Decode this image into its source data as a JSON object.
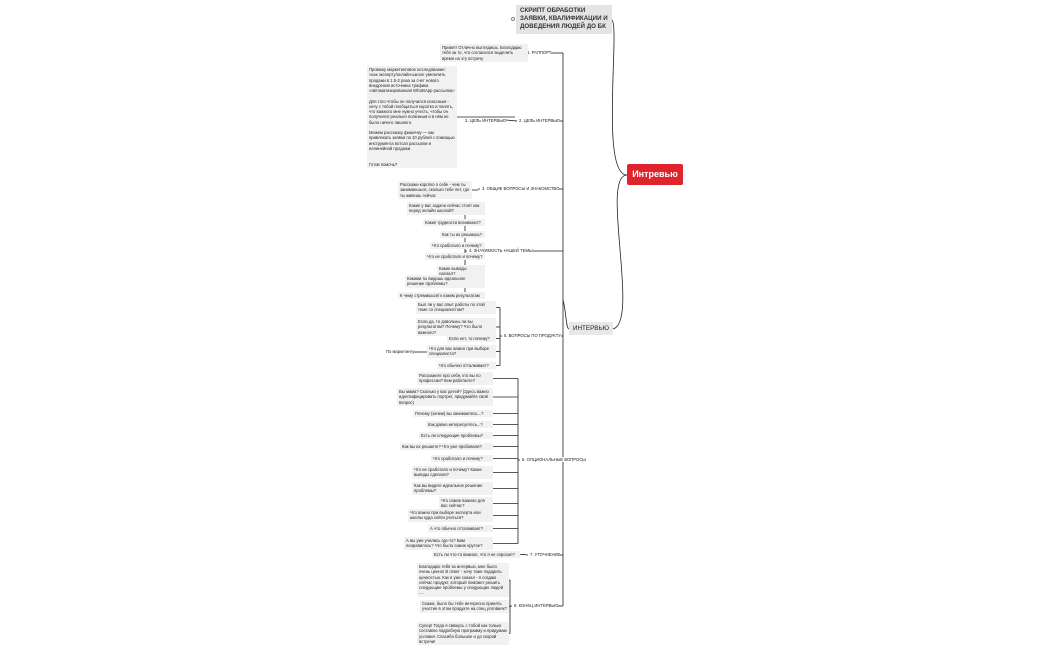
{
  "root": {
    "label": "Интревью"
  },
  "top_note": {
    "label": "СКРИПТ ОБРАБОТКИ\nЗАЯВКИ, КВАЛИФИКАЦИИ И\nДОВЕДЕНИЯ ЛЮДЕЙ ДО БК"
  },
  "interview": {
    "label": "ИНТЕРВЬЮ"
  },
  "sections": [
    {
      "label": "1. РАППОРТ",
      "items": [
        "Привет! Отлично выглядишь. Благодарю тебя за то, что согласился выделить время на эту встречу"
      ]
    },
    {
      "label": "2. ЦЕЛЬ ИНТЕРВЬЮ",
      "sublabel": "2. ЦЕЛЬ ИНТЕРВЬЮ",
      "items": [
        "Провожу маркетинговое исследование: «как эксперту/онлайн-школе увеличить продажи в 1.5-2 раза за счет нового внедрения источника трафика «автоматизированная WhatsApp рассылка»\n\nДля того чтобы он получился классным - хочу с тобой пообщаться коротко и понять, что важного мне нужно учесть, чтобы он получился реально полезным и в нём не было ничего лишнего.\n\nМожем рассказку фишечку — как привлекать заявки по 10 рублей с помощью инструмента вотсап рассылки и нелинейной продажи\n\n\nГотов помочь?"
      ]
    },
    {
      "label": "3. ОБЩИЕ ВОПРОСЫ И ЗНАКОМСТВО",
      "items": [
        "Расскажи коротко о себе - чем ты занимаешься, сколько тебе лет, где ты живешь сейчас"
      ]
    },
    {
      "label": "4. ЗНАЧИМОСТЬ НАШЕЙ ТЕМЫ",
      "items": [
        "Какие у вас задачи сейчас стоят как перед онлайн школой?",
        "Какие трудности возникают?",
        "Как ты их решаешь?",
        "Что сработало и почему?",
        "Что не сработало и почему?",
        "Какие выводы сделал?",
        "Какими ты видишь идеальное решение проблемы?",
        "К чему стремишься/ к каким результатам"
      ]
    },
    {
      "label": "5. ВОПРОСЫ ПО ПРОДУКТУ",
      "items": [
        "Был ли у вас опыт работы по этой теме со специалистом?",
        "Если да, то довольны ли вы результатом? Почему? Что было важного?",
        "Если нет, то почему?",
        "Что для вас важно при выборе специалиста?",
        "Что обычно отталкивает?"
      ],
      "side_note": "По маркетингу"
    },
    {
      "label": "6. ОПЦИОНАЛЬНЫЕ ВОПРОСЫ",
      "items": [
        "Расскажите про себя, кто вы по профессии? Кем работаете?",
        "Вы мама? Сколько у вас детей? (Здесь важно идентифицировать портрет, придумайте свой вопрос)",
        "Почему (зачем) вы занимаетесь...?",
        "Как давно интересуетесь...?",
        "Есть ли следующие проблемы?",
        "Как вы их решаете? Что уже пробовали?",
        "Что сработало и почему?",
        "Что не сработало и почему? Какие выводы сделали?",
        "Как вы видите идеальное решение проблемы?",
        "Что самое важное для вас сейчас?",
        "Что важно при выборе эксперта или школы куда сейти учиться?",
        "А что обычно отталкивает?",
        "А вы уже учились где-то? Вам понравилось? Что было самое крутое?"
      ]
    },
    {
      "label": "7. УТОЧНЕНИЕ",
      "items": [
        "Есть ли что-то важное, что я не спросил?"
      ]
    },
    {
      "label": "8. КОНЕЦ ИНТЕРВЬЮ",
      "items": [
        "Благодарю тебя за интервью, мне было очень ценно! В ответ - хочу тоже подарить ценностью. Как я уже сказал - я создаю сейчас продукт, который поможет решить следующие проблемы у следующих людей ....",
        "Скажи, было бы тебе интересно принять участие в этом продукте на спец условиях?",
        "Супер! Тогда я свяжусь с тобой как только составлю подробную программу и придумаю условия. Спасибо большое и до скорой встречи!"
      ]
    }
  ],
  "colors": {
    "root_fill": "#e0242d",
    "line": "#222222",
    "leaf_fill": "#f1f1f1"
  }
}
